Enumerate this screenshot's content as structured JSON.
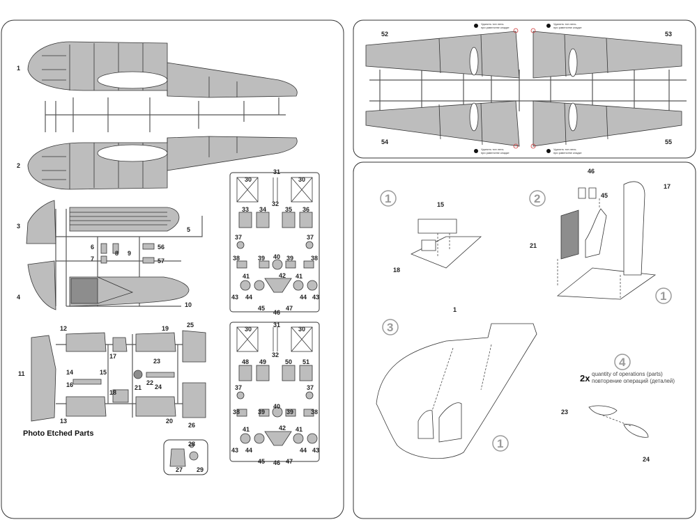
{
  "part_labels": {
    "fuselage_half_1": "1",
    "fuselage_half_2": "2",
    "wing_52": "52",
    "wing_53": "53",
    "wing_54": "54",
    "wing_55": "55",
    "part_3": "3",
    "part_4": "4",
    "part_5": "5",
    "part_6": "6",
    "part_7": "7",
    "part_8": "8",
    "part_9": "9",
    "part_10": "10",
    "part_56": "56",
    "part_57": "57",
    "part_11": "11",
    "part_12": "12",
    "part_13": "13",
    "part_14": "14",
    "part_15": "15",
    "part_16": "16",
    "part_17": "17",
    "part_18": "18",
    "part_19": "19",
    "part_20": "20",
    "part_21": "21",
    "part_22": "22",
    "part_23": "23",
    "part_24": "24",
    "part_25": "25",
    "part_26": "26",
    "part_27": "27",
    "part_28": "28",
    "part_29": "29"
  },
  "fret_upper": [
    "30",
    "31",
    "30",
    "33",
    "34",
    "32",
    "35",
    "36",
    "37",
    "37",
    "38",
    "39",
    "40",
    "39",
    "38",
    "41",
    "42",
    "41",
    "43",
    "44",
    "45",
    "46",
    "47",
    "44",
    "43"
  ],
  "fret_lower": [
    "30",
    "31",
    "30",
    "48",
    "49",
    "32",
    "50",
    "51",
    "37",
    "37",
    "38",
    "39",
    "40",
    "39",
    "38",
    "41",
    "42",
    "41",
    "43",
    "44",
    "45",
    "46",
    "47",
    "44",
    "43"
  ],
  "photo_etched_title": "Photo Etched Parts",
  "steps": [
    "1",
    "2",
    "3",
    "4",
    "1",
    "1"
  ],
  "assembly_labels": {
    "s1_15": "15",
    "s1_18": "18",
    "s2_46": "46",
    "s2_45": "45",
    "s2_17": "17",
    "s2_21": "21",
    "s3_1": "1",
    "s4_23": "23",
    "s4_24": "24"
  },
  "multiplier": "2x",
  "multiplier_note_en": "quantity of operations (parts)",
  "multiplier_note_ru": "повторение операций (деталей)",
  "wing_tip_notes": [
    "Удалить тип лень",
    "при равенстве кладке"
  ]
}
